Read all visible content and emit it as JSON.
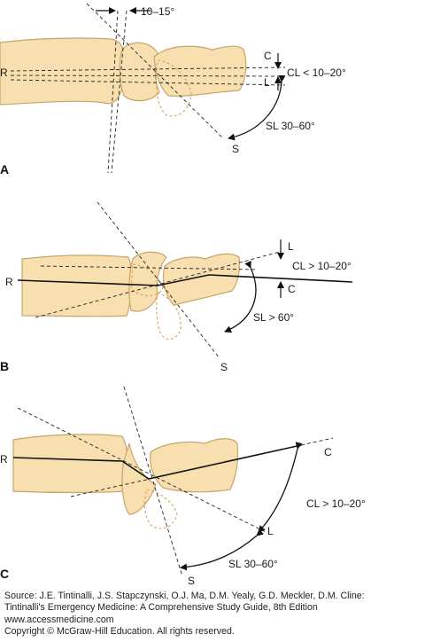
{
  "panels": {
    "a": {
      "letter": "A",
      "angle_top": "10–15°",
      "r": "R",
      "c": "C",
      "l": "L",
      "s": "S",
      "cl_angle": "CL < 10–20°",
      "sl_angle": "SL 30–60°"
    },
    "b": {
      "letter": "B",
      "r": "R",
      "c": "C",
      "l": "L",
      "s": "S",
      "cl_angle": "CL > 10–20°",
      "sl_angle": "SL > 60°"
    },
    "c": {
      "letter": "C",
      "r": "R",
      "c": "C",
      "l": "L",
      "s": "S",
      "cl_angle": "CL > 10–20°",
      "sl_angle": "SL 30–60°"
    }
  },
  "caption": {
    "source_line": "Source: J.E. Tintinalli, J.S. Stapczynski, O.J. Ma, D.M. Yealy, G.D. Meckler, D.M. Cline:",
    "book_line": "Tintinalli's Emergency Medicine: A Comprehensive Study Guide, 8th Edition",
    "url_line": "www.accessmedicine.com",
    "copyright_line": "Copyright © McGraw-Hill Education.  All rights reserved."
  }
}
